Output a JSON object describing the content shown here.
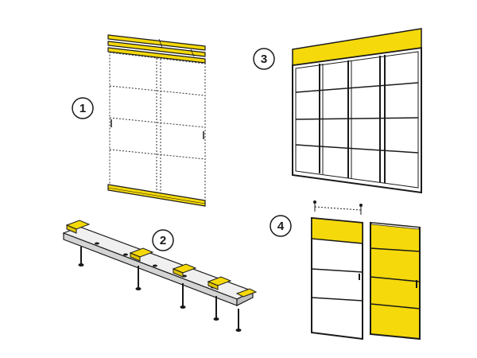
{
  "steps": [
    {
      "number": "1",
      "label": ""
    },
    {
      "number": "2",
      "label": ""
    },
    {
      "number": "3",
      "label": ""
    },
    {
      "number": "4",
      "label": ""
    }
  ],
  "colors": {
    "accent": "#f5d90a",
    "line": "#1a1a1a",
    "dashed": "#333333",
    "profile": "#dcdcdc",
    "background": "#ffffff"
  },
  "icons": {
    "screw": "screw-icon",
    "clip": "mounting-clip-icon"
  }
}
